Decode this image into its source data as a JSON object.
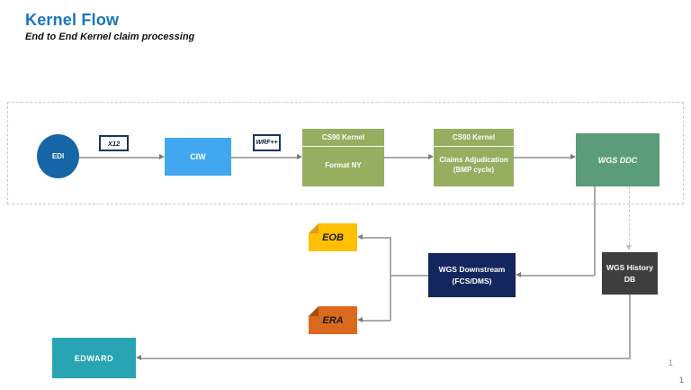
{
  "page": {
    "title": "Kernel Flow",
    "subtitle": "End to End Kernel claim processing",
    "page_number": "1",
    "page_number_secondary": "1"
  },
  "colors": {
    "title_blue": "#1B74BC",
    "edi_blue": "#1665A7",
    "ciw_blue": "#41A7F0",
    "kernel_green": "#96AE60",
    "ddc_green": "#5B9C7B",
    "downstream_navy": "#13265E",
    "history_gray": "#3E3E3E",
    "edward_teal": "#29A4B4",
    "eob_yellow": "#FFC000",
    "era_orange": "#DC6A1E",
    "connector_gray": "#ABABAB"
  },
  "diagram": {
    "nodes": {
      "edi": {
        "label": "EDI"
      },
      "x12": {
        "label": "X12"
      },
      "ciw": {
        "label": "CIW"
      },
      "wrf": {
        "label": "WRF++"
      },
      "cs90_format": {
        "header": "CS90 Kernel",
        "body": "Format NY"
      },
      "cs90_claims": {
        "header": "CS90 Kernel",
        "body_line1": "Claims Adjudication",
        "body_line2": "(BMP cycle)"
      },
      "wgs_ddc": {
        "label": "WGS DDC"
      },
      "wgs_history": {
        "line1": "WGS History",
        "line2": "DB"
      },
      "wgs_downstream": {
        "line1": "WGS Downstream",
        "line2": "(FCS/DMS)"
      },
      "eob": {
        "label": "EOB"
      },
      "era": {
        "label": "ERA"
      },
      "edward": {
        "label": "EDWARD"
      }
    }
  }
}
